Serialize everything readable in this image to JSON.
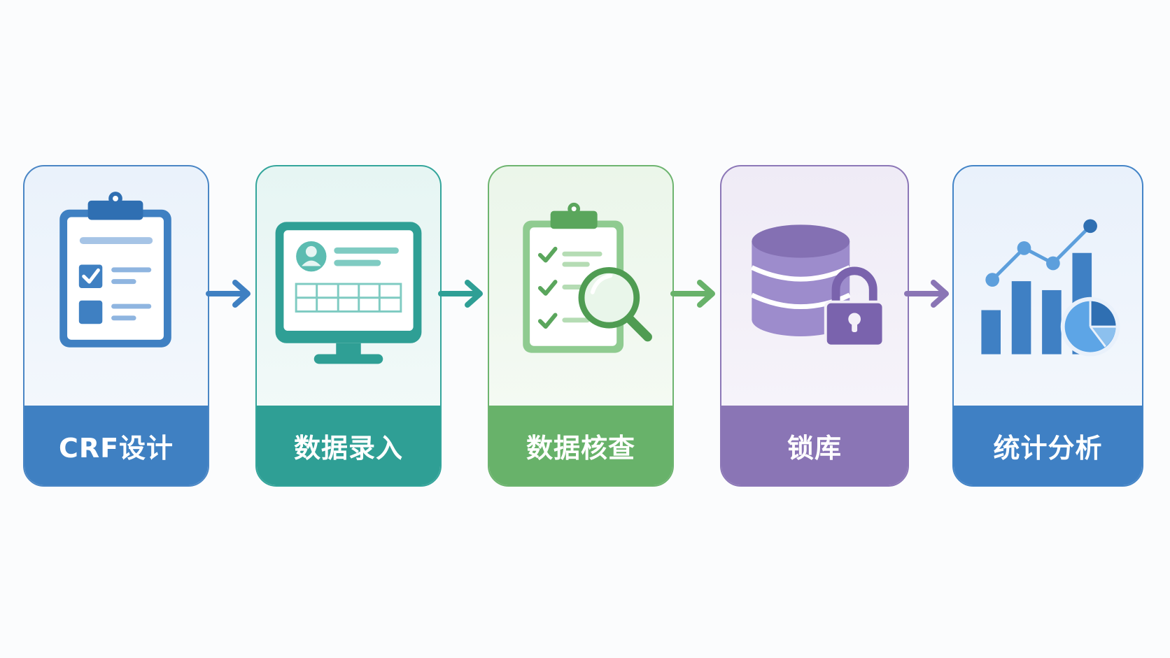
{
  "steps": [
    {
      "label": "CRF设计",
      "icon": "clipboard-form-icon",
      "color": "#3f80c2"
    },
    {
      "label": "数据录入",
      "icon": "monitor-data-entry-icon",
      "color": "#2f9f95"
    },
    {
      "label": "数据核查",
      "icon": "checklist-magnifier-icon",
      "color": "#68b26a"
    },
    {
      "label": "锁库",
      "icon": "database-lock-icon",
      "color": "#8a75b5"
    },
    {
      "label": "统计分析",
      "icon": "statistics-chart-icon",
      "color": "#3f80c4"
    }
  ],
  "connectors": [
    {
      "icon": "arrow-right-icon",
      "color": "#3f80c2"
    },
    {
      "icon": "arrow-right-icon",
      "color": "#2f9f95"
    },
    {
      "icon": "arrow-right-icon",
      "color": "#68b26a"
    },
    {
      "icon": "arrow-right-icon",
      "color": "#8a75b5"
    }
  ]
}
